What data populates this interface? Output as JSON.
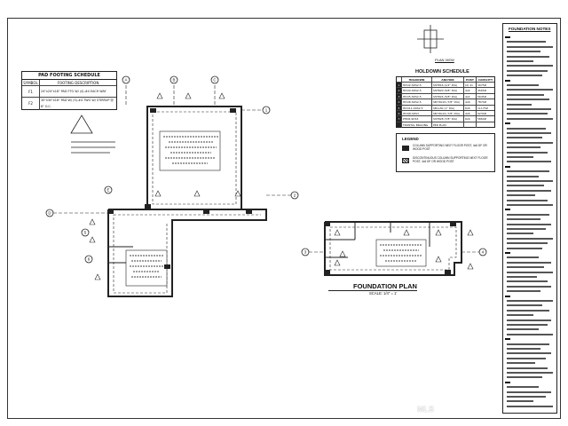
{
  "pad_schedule": {
    "title": "PAD FOOTING SCHEDULE",
    "headers": [
      "SYMBOL",
      "FOOTING DESCRIPTION"
    ],
    "rows": [
      {
        "symbol": "F1",
        "desc": "24\"x24\"x18\" PAD FTG W/ (4)-#4 EACH WAY"
      },
      {
        "symbol": "F2",
        "desc": "30\"x30\"x18\" PAD W/ (5)-#4 TWO W/ STIRRUP @ 8\" O.C."
      }
    ]
  },
  "holdown_schedule": {
    "title": "HOLDOWN SCHEDULE",
    "headers": [
      "HOLDOWN",
      "ANCHOR",
      "POST",
      "CAPACITY"
    ],
    "rows": [
      {
        "mark": "1",
        "holdown": "HDU2-SDS2.5",
        "anchor": "SSTB16 (1/2\" DIA)",
        "post": "(2) 2x",
        "cap": "3075#"
      },
      {
        "mark": "2",
        "holdown": "HDU4-SDS2.5",
        "anchor": "SSTB20 (5/8\" DIA)",
        "post": "4x4",
        "cap": "4565#"
      },
      {
        "mark": "3",
        "holdown": "HDU5-SDS2.5",
        "anchor": "SSTB24 (5/8\" DIA)",
        "post": "4x4",
        "cap": "5645#"
      },
      {
        "mark": "4",
        "holdown": "HDU8-SDS2.5",
        "anchor": "SB7/8x24 (7/8\" DIA)",
        "post": "4x6",
        "cap": "7870#"
      },
      {
        "mark": "5",
        "holdown": "HDU11-SDS2.5",
        "anchor": "SB1x30 (1\" DIA)",
        "post": "6x6",
        "cap": "11175#"
      },
      {
        "mark": "6",
        "holdown": "HDQ8-SDS3",
        "anchor": "SB7/8x24 (7/8\" DIA)",
        "post": "4x6",
        "cap": "9230#"
      },
      {
        "mark": "7",
        "holdown": "PHD6-SDS3",
        "anchor": "SSTB28 (7/8\" DIA)",
        "post": "6x6",
        "cap": "5860#"
      },
      {
        "mark": "",
        "holdown": "FRONTAL BRACING",
        "anchor": "PER PLAN",
        "post": "",
        "cap": ""
      }
    ]
  },
  "plan_view": {
    "title": "PLAN VIEW"
  },
  "legend": {
    "title": "LEGEND",
    "items": [
      {
        "label": "COLUMN SUPPORTING NEXT FLOOR POST, 4x6 DF OR WOOD POST"
      },
      {
        "label": "DISCONTINUOUS COLUMN SUPPORTING NEXT FLOOR POST, 4x6 DF OR WOOD POST"
      }
    ]
  },
  "foundation_notes": {
    "title": "FOUNDATION NOTES"
  },
  "foundation_plan": {
    "title": "FOUNDATION PLAN",
    "scale": "SCALE: 1/4\" = 1'"
  },
  "grid_marks": [
    "A",
    "B",
    "C",
    "D",
    "E",
    "1",
    "2",
    "3",
    "4",
    "5",
    "6"
  ],
  "watermark": "MLS",
  "colors": {
    "line": "#222222",
    "paper": "#ffffff",
    "dash": "#555555"
  }
}
